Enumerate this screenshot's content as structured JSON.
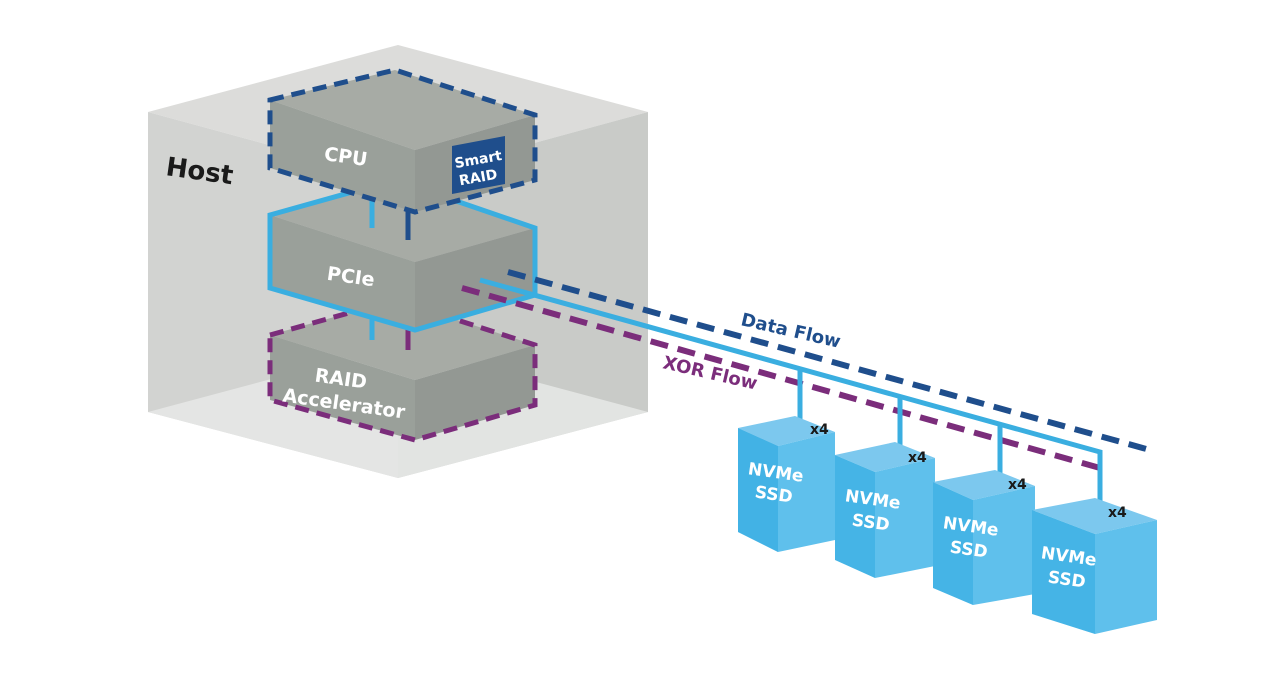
{
  "host": {
    "label": "Host"
  },
  "cpu": {
    "label": "CPU",
    "badge_line1": "Smart",
    "badge_line2": "RAID"
  },
  "pcie": {
    "label": "PCIe"
  },
  "raid_accelerator": {
    "line1": "RAID",
    "line2": "Accelerator"
  },
  "flows": {
    "data_flow": "Data Flow",
    "xor_flow": "XOR Flow"
  },
  "ssds": [
    {
      "line1": "NVMe",
      "line2": "SSD",
      "lanes": "x4"
    },
    {
      "line1": "NVMe",
      "line2": "SSD",
      "lanes": "x4"
    },
    {
      "line1": "NVMe",
      "line2": "SSD",
      "lanes": "x4"
    },
    {
      "line1": "NVMe",
      "line2": "SSD",
      "lanes": "x4"
    }
  ],
  "colors": {
    "data_flow": "#1f4e8c",
    "xor_flow": "#7b2d7b",
    "pcie_link": "#3aaee0",
    "ssd": "#45b4e6"
  }
}
